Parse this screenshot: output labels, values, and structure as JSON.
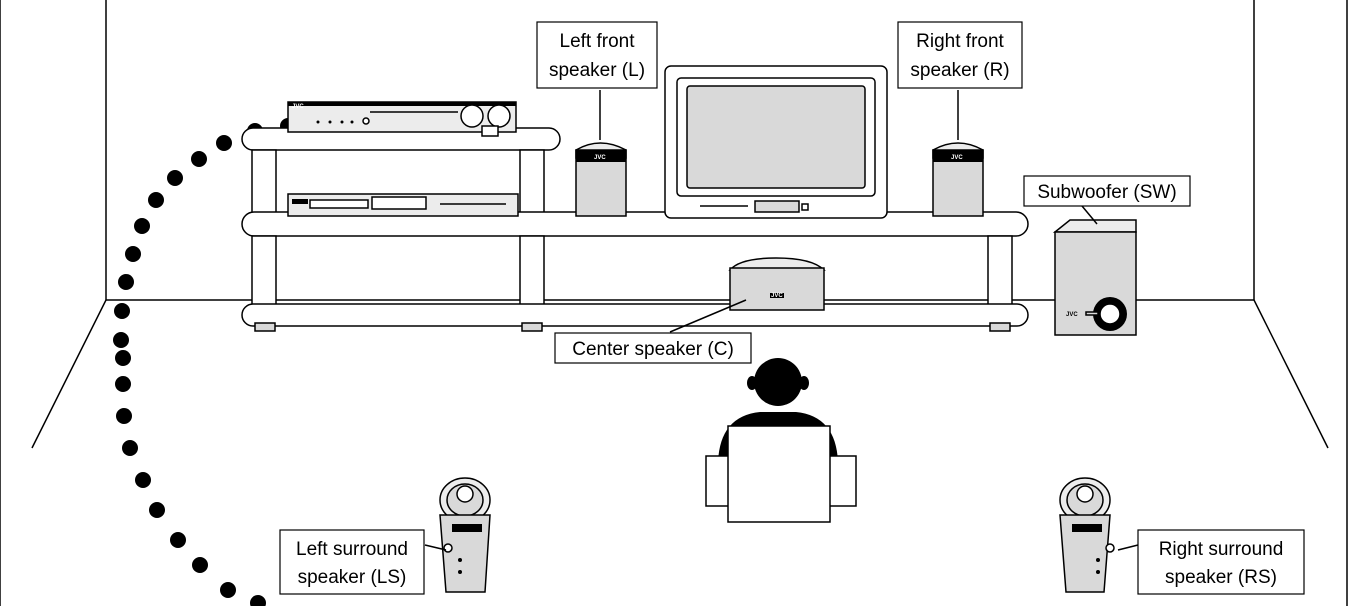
{
  "labels": {
    "left_front": [
      "Left front",
      "speaker (L)"
    ],
    "right_front": [
      "Right front",
      "speaker (R)"
    ],
    "subwoofer": "Subwoofer (SW)",
    "center": "Center speaker (C)",
    "left_surround": [
      "Left surround",
      "speaker (LS)"
    ],
    "right_surround": [
      "Right surround",
      "speaker (RS)"
    ]
  },
  "brand": "JVC",
  "icons": [
    "receiver",
    "dvd-player",
    "television",
    "speaker",
    "subwoofer",
    "listener",
    "dotted-arc"
  ]
}
